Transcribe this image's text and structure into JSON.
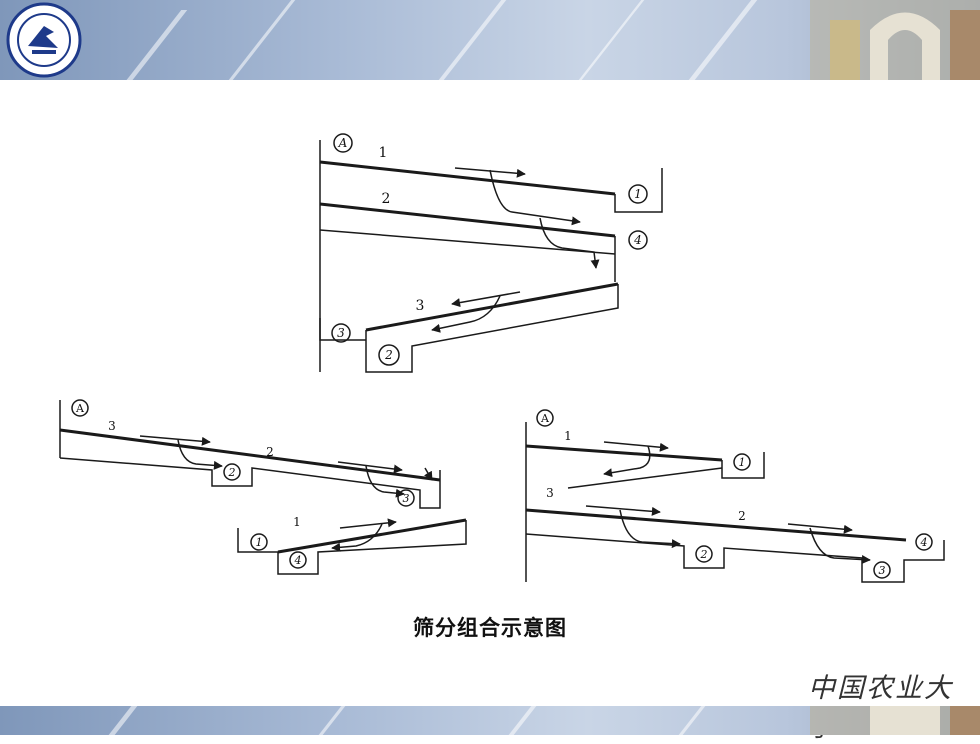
{
  "caption": "筛分组合示意图",
  "university_mark": "中国农业大学",
  "diagrams": {
    "top": {
      "feed_label": "A",
      "screen_labels": [
        "1",
        "2",
        "3"
      ],
      "outlet_labels": [
        "1",
        "4",
        "3",
        "2"
      ]
    },
    "bottom_left": {
      "feed_label": "A",
      "screen_labels": [
        "3",
        "2",
        "1"
      ],
      "outlet_labels": [
        "2",
        "3",
        "1",
        "4"
      ]
    },
    "bottom_right": {
      "feed_label": "A",
      "screen_labels": [
        "1",
        "3",
        "2"
      ],
      "outlet_labels": [
        "1",
        "2",
        "3",
        "4"
      ]
    }
  },
  "colors": {
    "banner": "#9fb3cf",
    "line": "#1a1a1a",
    "text": "#111111"
  }
}
